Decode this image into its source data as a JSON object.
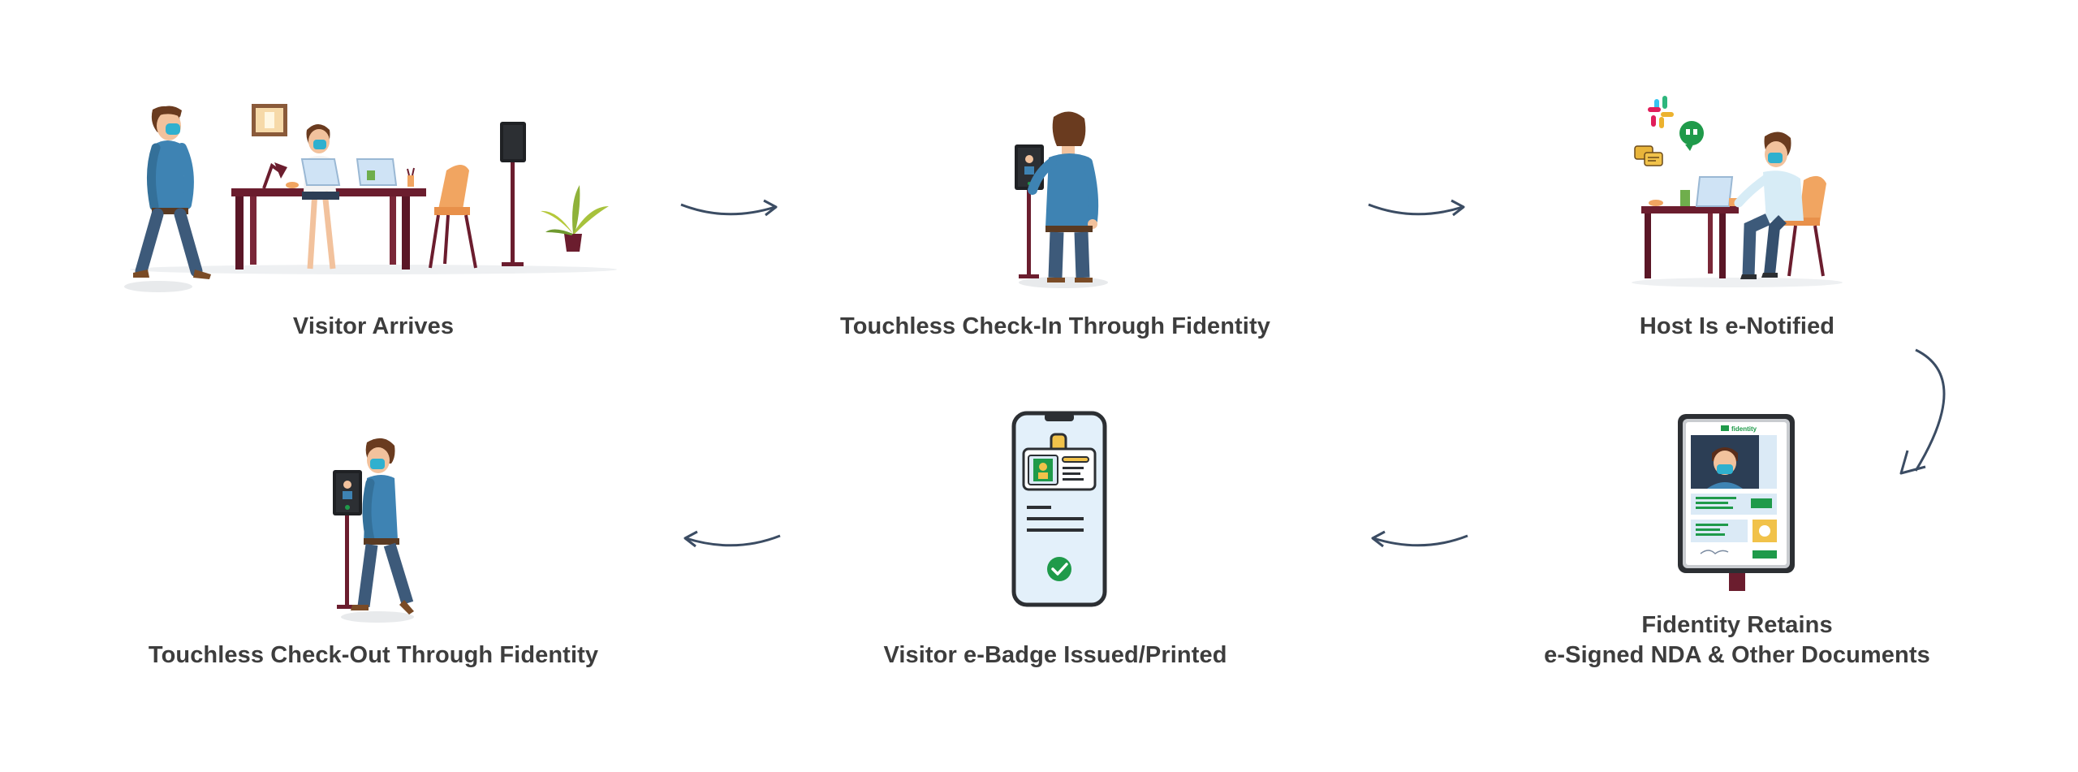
{
  "steps": [
    {
      "id": "visitor-arrives",
      "label": "Visitor Arrives"
    },
    {
      "id": "touchless-check-in",
      "label": "Touchless Check-In Through Fidentity"
    },
    {
      "id": "host-notified",
      "label": "Host Is e-Notified"
    },
    {
      "id": "fidentity-retains",
      "label_line1": "Fidentity Retains",
      "label_line2": "e-Signed NDA & Other Documents"
    },
    {
      "id": "visitor-badge",
      "label": "Visitor e-Badge Issued/Printed"
    },
    {
      "id": "touchless-check-out",
      "label": "Touchless Check-Out Through Fidentity"
    }
  ],
  "tablet_brand": "fidentity",
  "colors": {
    "text": "#3d3d3d",
    "arrow": "#3b4c63",
    "shirt": "#3e83b3",
    "pants": "#3d5a7a",
    "mask": "#2fb0cf",
    "desk": "#6b1d2e",
    "chair": "#f1a561",
    "green": "#1f9a4a",
    "kiosk": "#1f2124"
  }
}
